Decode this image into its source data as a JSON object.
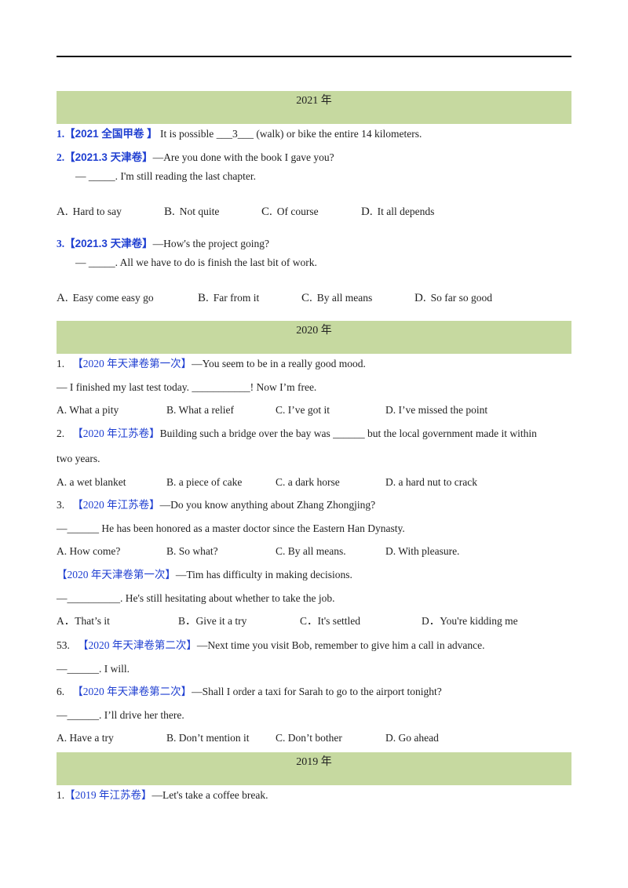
{
  "sections": [
    {
      "year": "2021 年"
    },
    {
      "year": "2020 年"
    },
    {
      "year": "2019 年"
    }
  ],
  "q2021": [
    {
      "num": "1.",
      "src": "【2021 全国甲卷 】",
      "pre": "It is possible ",
      "blank": "___3___",
      "post": " (walk) or bike the entire 14 kilometers."
    },
    {
      "num": "2.",
      "src": "【2021.3 天津卷】",
      "text": "—Are you done with the book I gave you?",
      "line2": "— _____. I'm still reading the last chapter.",
      "options": [
        {
          "l": "A.",
          "t": "Hard to say"
        },
        {
          "l": "B.",
          "t": "Not quite"
        },
        {
          "l": "C.",
          "t": "Of course"
        },
        {
          "l": "D.",
          "t": "It all depends"
        }
      ]
    },
    {
      "num": "3.",
      "src": "【2021.3 天津卷】",
      "text": "—How's the project going?",
      "line2": "— _____. All we have to do is finish the last bit of work.",
      "options": [
        {
          "l": "A.",
          "t": "Easy come easy go"
        },
        {
          "l": "B.",
          "t": "Far from it"
        },
        {
          "l": "C.",
          "t": "By all means"
        },
        {
          "l": "D.",
          "t": "So far so good"
        }
      ]
    }
  ],
  "q2020": [
    {
      "num": "1.",
      "src": "【2020 年天津卷第一次】",
      "text": "—You seem to be in a really good mood.",
      "line2": "— I finished my last test today. ___________! Now I’m free.",
      "options": [
        "A. What a pity",
        "B. What a relief",
        "C. I’ve got it",
        "D. I’ve missed the point"
      ]
    },
    {
      "num": "2.",
      "src": "【2020 年江苏卷】",
      "text": "Building such a bridge over the bay was ______ but the local government made it within",
      "line2": "two years.",
      "options": [
        "A. a wet blanket",
        "B. a piece of cake",
        "C. a dark horse",
        "D. a hard nut to crack"
      ]
    },
    {
      "num": "3.",
      "src": "【2020 年江苏卷】",
      "text": "—Do you know anything about Zhang Zhongjing?",
      "line2": "—______ He has been honored as a master doctor since the Eastern Han Dynasty.",
      "options": [
        "A. How come?",
        "B. So what?",
        "C. By all means.",
        "D. With pleasure."
      ]
    },
    {
      "num": "",
      "src": "【2020 年天津卷第一次】",
      "text": "—Tim has difficulty in making decisions.",
      "line2": "—__________. He's still hesitating about whether to take the job.",
      "options": [
        "A．That’s it",
        "B．Give it a try",
        "C．It's settled",
        "D．You're kidding me"
      ]
    },
    {
      "num": "53.",
      "src": "【2020 年天津卷第二次】",
      "text": "—Next time you visit Bob, remember to give him a call in advance.",
      "line2": "—______. I will."
    },
    {
      "num": "6.",
      "src": "【2020 年天津卷第二次】",
      "text": "—Shall I order a taxi for Sarah to go to the airport tonight?",
      "line2": "—______. I’ll drive her there.",
      "options": [
        "A. Have a try",
        "B. Don’t mention it",
        "C. Don’t bother",
        "D. Go ahead"
      ]
    }
  ],
  "q2019": [
    {
      "num": "1.",
      "src": "【2019 年江苏卷】",
      "text": "—Let's take a coffee break."
    }
  ]
}
